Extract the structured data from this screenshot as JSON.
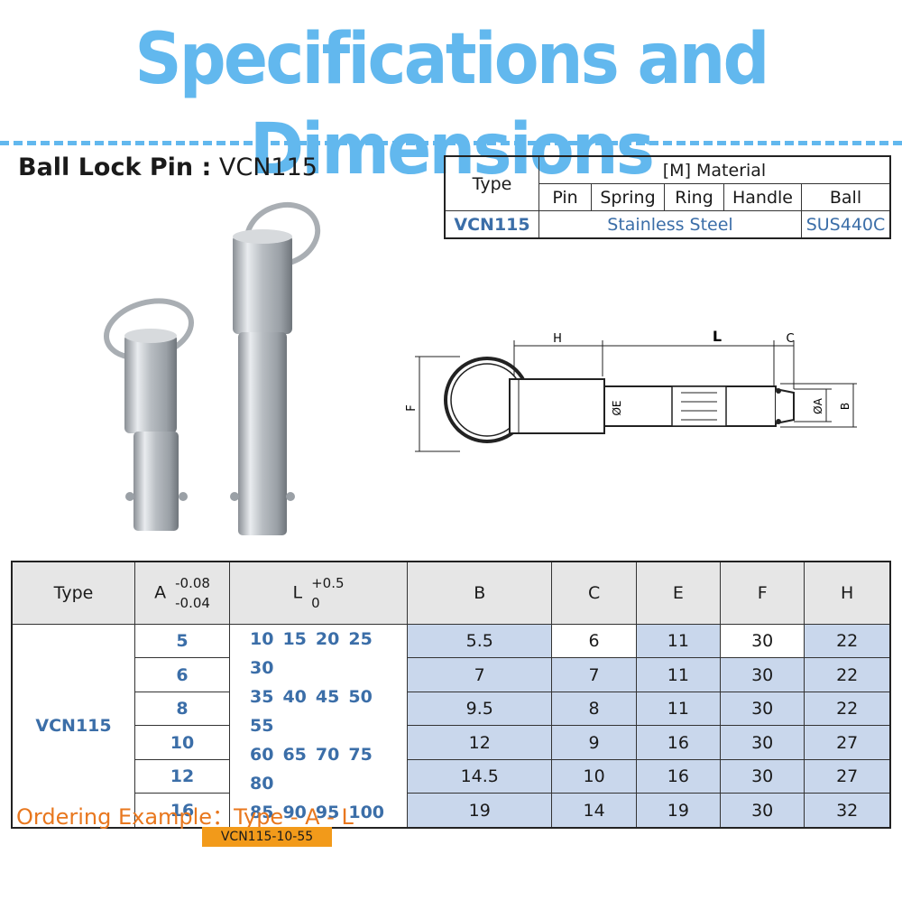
{
  "page_title": "Specifications and Dimensions",
  "product": {
    "label": "Ball Lock Pin :",
    "model": " VCN115"
  },
  "material_table": {
    "type_header": "Type",
    "material_header": "[M] Material",
    "sub_headers": [
      "Pin",
      "Spring",
      "Ring",
      "Handle",
      "Ball"
    ],
    "row": {
      "type": "VCN115",
      "material": "Stainless Steel",
      "ball": "SUS440C"
    }
  },
  "diagram": {
    "labels": {
      "h": "H",
      "l": "L",
      "c": "C",
      "f": "F",
      "e": "ØE",
      "a": "ØA",
      "b": "B"
    }
  },
  "spec_table": {
    "headers": {
      "type": "Type",
      "a": "A",
      "a_tol_upper": "-0.08",
      "a_tol_lower": "-0.04",
      "l": "L",
      "l_tol_upper": "+0.5",
      "l_tol_lower": "0",
      "b": "B",
      "c": "C",
      "e": "E",
      "f": "F",
      "h": "H"
    },
    "type_value": "VCN115",
    "l_values": [
      [
        "10",
        "15",
        "20",
        "25",
        "30"
      ],
      [
        "35",
        "40",
        "45",
        "50",
        "55"
      ],
      [
        "60",
        "65",
        "70",
        "75",
        "80"
      ],
      [
        "85",
        "90",
        "95",
        "100"
      ]
    ],
    "rows": [
      {
        "a": "5",
        "b": "5.5",
        "c": "6",
        "e": "11",
        "f": "30",
        "h": "22"
      },
      {
        "a": "6",
        "b": "7",
        "c": "7",
        "e": "11",
        "f": "30",
        "h": "22"
      },
      {
        "a": "8",
        "b": "9.5",
        "c": "8",
        "e": "11",
        "f": "30",
        "h": "22"
      },
      {
        "a": "10",
        "b": "12",
        "c": "9",
        "e": "16",
        "f": "30",
        "h": "27"
      },
      {
        "a": "12",
        "b": "14.5",
        "c": "10",
        "e": "16",
        "f": "30",
        "h": "27"
      },
      {
        "a": "16",
        "b": "19",
        "c": "14",
        "e": "19",
        "f": "30",
        "h": "32"
      }
    ]
  },
  "ordering": {
    "label": "Ordering Example：Type - A - L",
    "example": "VCN115-10-55"
  },
  "colors": {
    "title": "#62b8ee",
    "accent_blue": "#3b6ea8",
    "value_cell": "#c9d7ec",
    "ordering": "#e8771e",
    "example_bg": "#f29a1a"
  }
}
